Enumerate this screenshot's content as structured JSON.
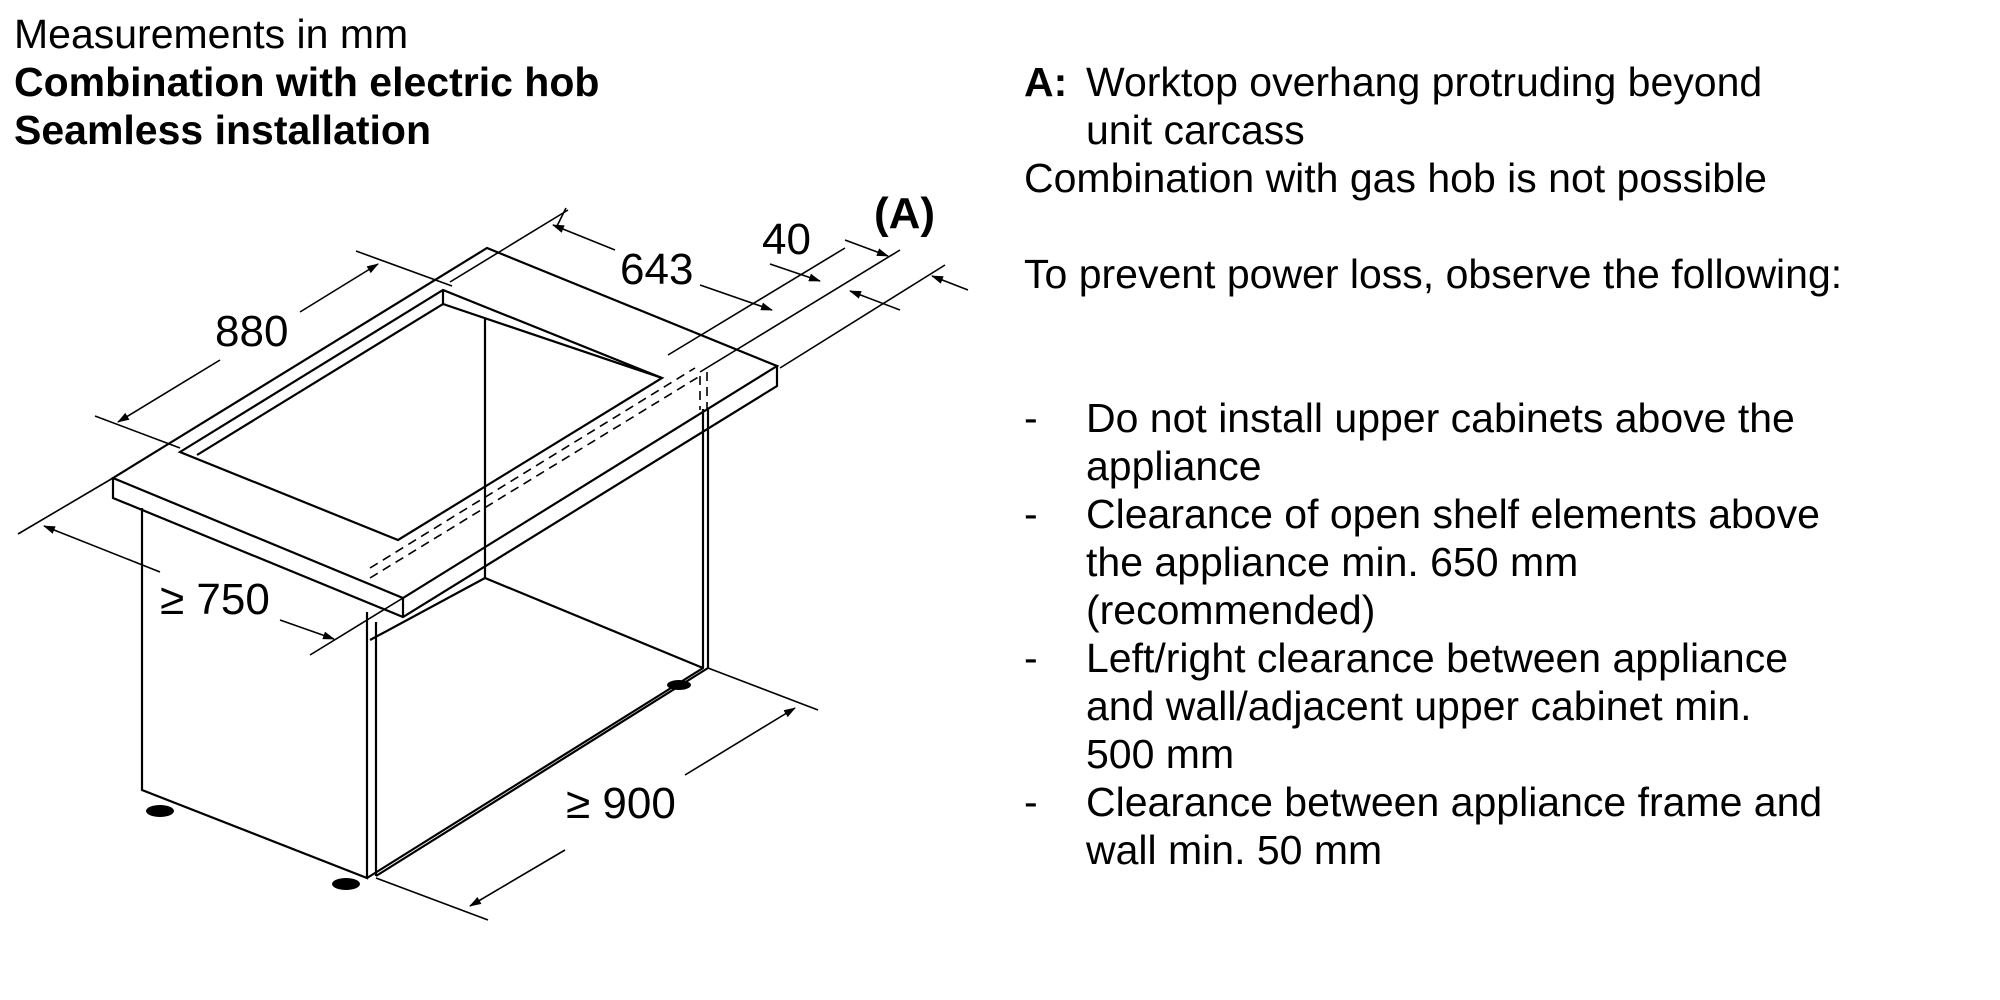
{
  "header": {
    "units": "Measurements in mm",
    "combination": "Combination with electric hob",
    "installation": "Seamless installation"
  },
  "notes": {
    "a_key": "A:",
    "a_line1": "Worktop overhang protruding beyond",
    "a_line2": "unit carcass",
    "gas": "Combination with gas hob is not possible",
    "intro": "To prevent power loss, observe the following:",
    "bullet": "-",
    "items": [
      {
        "lines": [
          "Do not install upper cabinets above the",
          "appliance"
        ]
      },
      {
        "lines": [
          "Clearance of open shelf elements above",
          "the appliance min. 650 mm",
          "(recommended)"
        ]
      },
      {
        "lines": [
          "Left/right clearance between appliance",
          "and wall/adjacent upper cabinet min.",
          "500 mm"
        ]
      },
      {
        "lines": [
          "Clearance between appliance frame and",
          "wall min. 50 mm"
        ]
      }
    ]
  },
  "dimensions": {
    "width": "880",
    "depth": "643",
    "gap": "40",
    "overhang_label": "(A)",
    "height": "≥ 750",
    "cabinet_width": "≥ 900"
  }
}
